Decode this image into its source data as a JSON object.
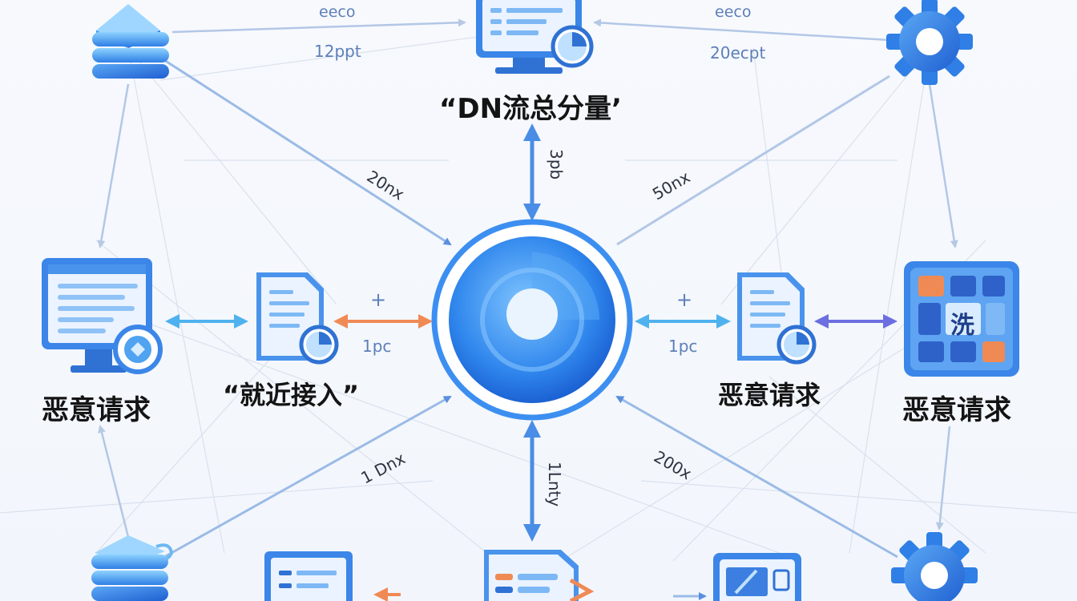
{
  "nodes": {
    "top_center_label": "“DN流总分量’",
    "left_mid_label": "恶意请求",
    "center_left_label": "“就近接入”",
    "center_right_label": "恶意请求",
    "right_mid_label": "恶意请求",
    "right_mid_icon_char": "洗"
  },
  "edge_labels": {
    "top_left_code": "eeco",
    "top_left_value": "12ppt",
    "top_right_code": "eeco",
    "top_right_value": "20ecpt",
    "vertical_top": "3pb",
    "diag_top_left": "20nx",
    "diag_top_right": "50nx",
    "mid_left_plus": "+",
    "mid_left_value": "1pc",
    "mid_right_plus": "+",
    "mid_right_value": "1pc",
    "diag_bottom_left": "1 Dnx",
    "vertical_bottom": "1Lnty",
    "diag_bottom_right": "200x"
  },
  "colors": {
    "blue": "#3a86e8",
    "light_blue": "#5cb8f0",
    "orange": "#f08a55",
    "purple": "#6c6fe0",
    "line_gray": "#c9d4e6",
    "text": "#141414"
  }
}
